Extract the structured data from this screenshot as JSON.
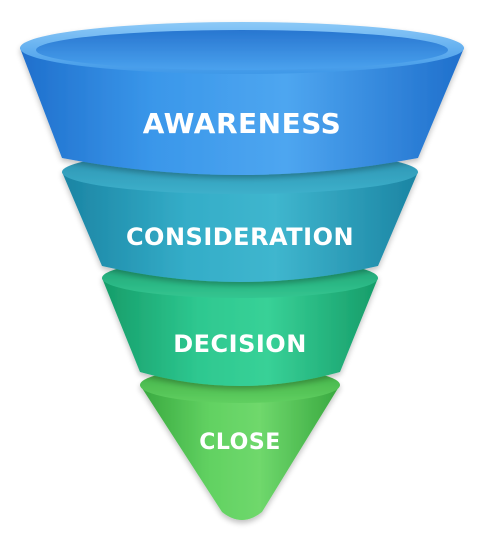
{
  "funnel": {
    "stages": [
      {
        "label": "AWARENESS",
        "color_light": "#5fb4f5",
        "color": "#2f8fe6",
        "color_dark": "#1f6fcc"
      },
      {
        "label": "CONSIDERATION",
        "color_light": "#4cc0d4",
        "color": "#2aa3bf",
        "color_dark": "#1b84a3"
      },
      {
        "label": "DECISION",
        "color_light": "#47d6a0",
        "color": "#25be86",
        "color_dark": "#169c69"
      },
      {
        "label": "CLOSE",
        "color_light": "#7fe07a",
        "color": "#56c95a",
        "color_dark": "#38a83f"
      }
    ]
  }
}
